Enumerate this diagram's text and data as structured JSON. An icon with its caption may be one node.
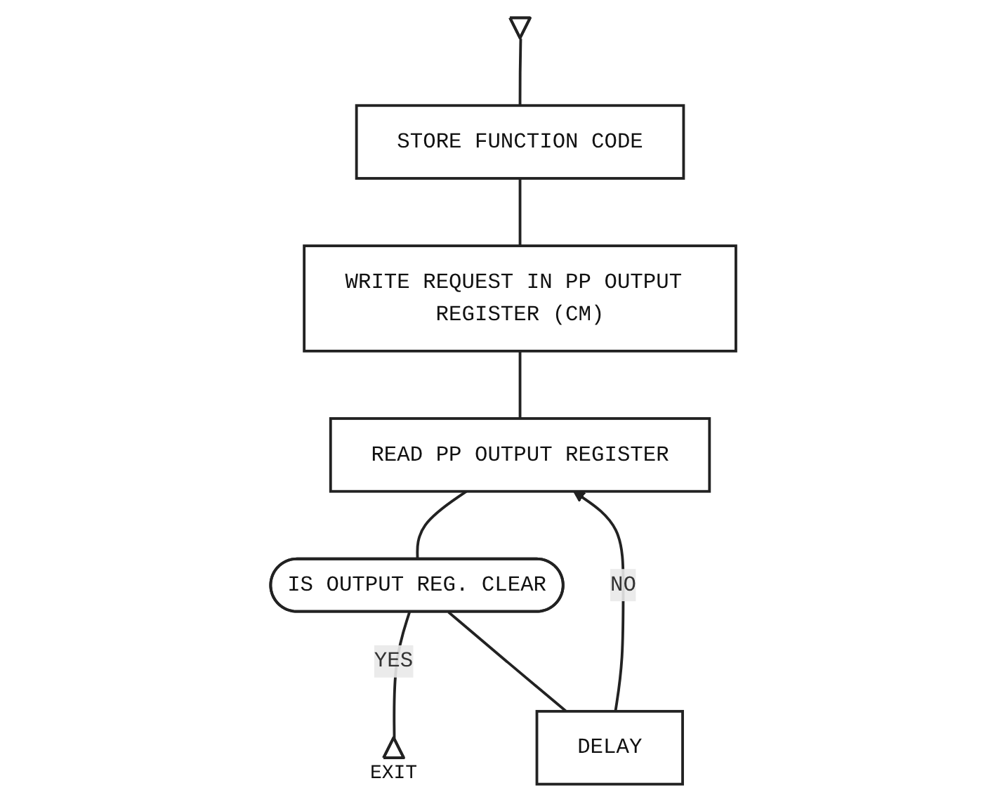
{
  "diagram": {
    "nodes": [
      {
        "text": [],
        "shape": "triangle"
      },
      {
        "text": [
          "STORE FUNCTION CODE"
        ]
      },
      {
        "text": [
          "WRITE REQUEST IN PP OUTPUT REGISTER (CM)"
        ]
      },
      {
        "text": [
          "READ PP OUTPUT REGISTER"
        ]
      },
      {
        "text": [
          "IS OUTPUT REG. CLEAR"
        ]
      },
      {
        "text": [
          "DELAY"
        ]
      },
      {
        "text": [],
        "shape": "triangle",
        "beside": [
          "EXIT"
        ]
      }
    ],
    "edges": [
      {
        "from": 0,
        "to": 1,
        "arrow": "none"
      },
      {
        "from": 1,
        "to": 2,
        "arrow": "none"
      },
      {
        "from": 2,
        "to": 3,
        "arrow": "none"
      },
      {
        "from": 3,
        "to": 4,
        "arrow": "none"
      },
      {
        "from": 4,
        "to": 6,
        "arrow": "none",
        "label": "YES"
      },
      {
        "from": 4,
        "to": 5,
        "arrow": "none"
      },
      {
        "from": 5,
        "to": 3,
        "arrow": "to",
        "label": "NO"
      }
    ]
  }
}
